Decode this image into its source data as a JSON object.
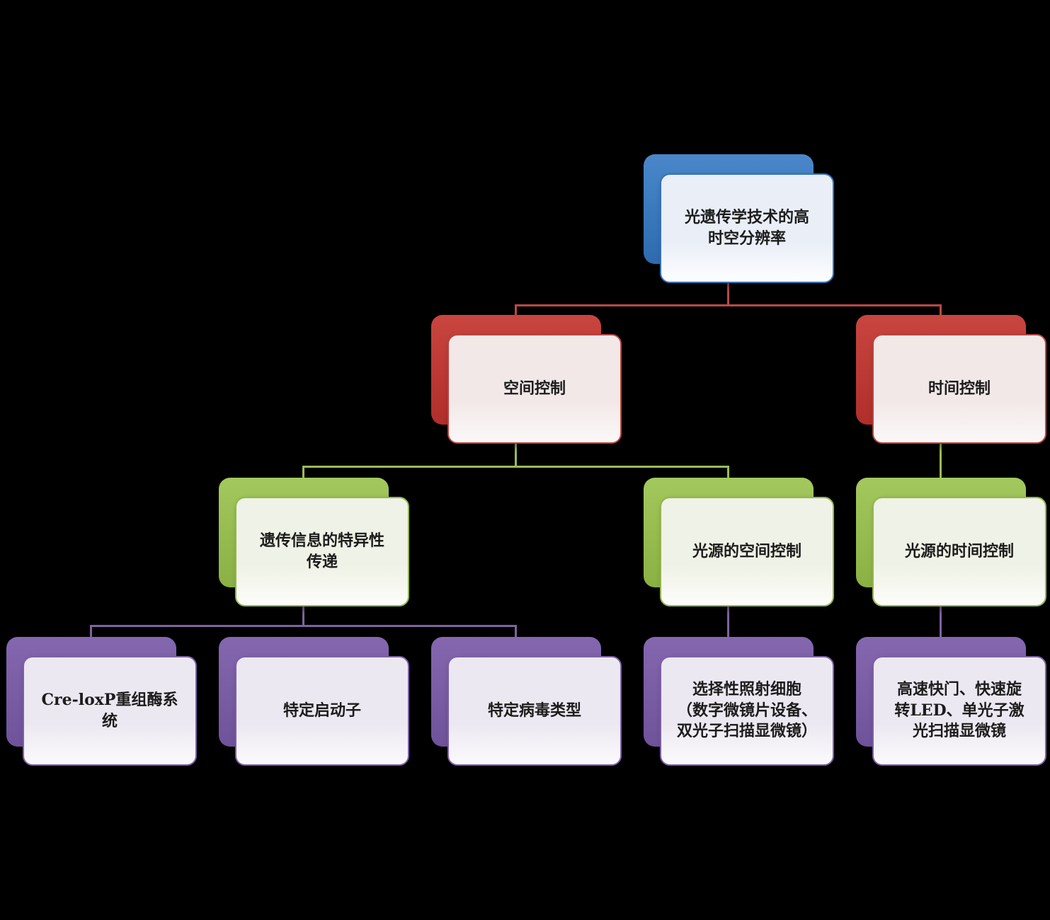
{
  "diagram": {
    "type": "hierarchy-smartart",
    "background": "#000000",
    "text_color": "#1c1c1c"
  },
  "nodes": {
    "root": {
      "label": "光遗传学技术的高\n时空分辨率",
      "theme": "blue"
    },
    "spatial": {
      "label": "空间控制",
      "theme": "red"
    },
    "temporal": {
      "label": "时间控制",
      "theme": "red"
    },
    "genetic": {
      "label": "遗传信息的特异性\n传递",
      "theme": "green"
    },
    "light_spatial": {
      "label": "光源的空间控制",
      "theme": "green"
    },
    "light_temporal": {
      "label": "光源的时间控制",
      "theme": "green"
    },
    "cre_loxp": {
      "label": "Cre-loxP重组酶系\n统",
      "theme": "purple"
    },
    "promoter": {
      "label": "特定启动子",
      "theme": "purple"
    },
    "virus": {
      "label": "特定病毒类型",
      "theme": "purple"
    },
    "selective": {
      "label": "选择性照射细胞\n（数字微镜片设备、\n双光子扫描显微镜）",
      "theme": "purple"
    },
    "shutter": {
      "label": "高速快门、快速旋\n转LED、单光子激\n光扫描显微镜",
      "theme": "purple"
    }
  },
  "edges": [
    [
      "root",
      "spatial"
    ],
    [
      "root",
      "temporal"
    ],
    [
      "spatial",
      "genetic"
    ],
    [
      "spatial",
      "light_spatial"
    ],
    [
      "temporal",
      "light_temporal"
    ],
    [
      "genetic",
      "cre_loxp"
    ],
    [
      "genetic",
      "promoter"
    ],
    [
      "genetic",
      "virus"
    ],
    [
      "light_spatial",
      "selective"
    ],
    [
      "light_temporal",
      "shutter"
    ]
  ],
  "themes": {
    "blue": {
      "back_top": "#4a87ca",
      "back_bottom": "#2e6ab0",
      "border": "#3574b5",
      "front_top": "#e9eef7",
      "front_bottom": "#fdfeff",
      "line": "#b94a44"
    },
    "red": {
      "back_top": "#c9453f",
      "back_bottom": "#b02e2b",
      "border": "#b9453f",
      "front_top": "#f3e8e8",
      "front_bottom": "#fbf8f8",
      "line": "#b94a44"
    },
    "green": {
      "back_top": "#a3c85e",
      "back_bottom": "#8ab143",
      "border": "#94b64e",
      "front_top": "#eff2e6",
      "front_bottom": "#fcfdf9",
      "line": "#9bbb59"
    },
    "purple": {
      "back_top": "#8467af",
      "back_bottom": "#6e529a",
      "border": "#7e60a6",
      "front_top": "#ece8f1",
      "front_bottom": "#fbfafc",
      "line": "#7e64a0"
    }
  }
}
